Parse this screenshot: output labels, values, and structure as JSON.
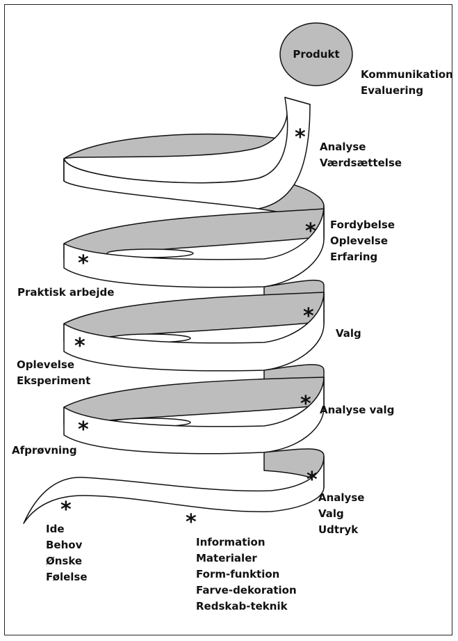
{
  "colors": {
    "shade": "#bdbdbd",
    "band": "#ffffff",
    "stroke": "#111111"
  },
  "top": {
    "circle_label": "Produkt",
    "side_lines": [
      "Kommunikation",
      "Evaluering"
    ]
  },
  "labels": {
    "analyse_vaerd": [
      "Analyse",
      "Værdsættelse"
    ],
    "fordybelse": [
      "Fordybelse",
      "Oplevelse",
      "Erfaring"
    ],
    "praktisk": [
      "Praktisk arbejde"
    ],
    "valg": [
      "Valg"
    ],
    "oplevelse_eksp": [
      "Oplevelse",
      "Eksperiment"
    ],
    "analyse_valg": [
      "Analyse valg"
    ],
    "afproevning": [
      "Afprøvning"
    ],
    "analyse_valg_udtryk": [
      "Analyse",
      "Valg",
      "Udtryk"
    ],
    "ide": [
      "Ide",
      "Behov",
      "Ønske",
      "Følelse"
    ],
    "information": [
      "Information",
      "Materialer",
      "Form-funktion",
      "Farve-dekoration",
      "Redskab-teknik"
    ]
  },
  "marker_symbol": "*"
}
